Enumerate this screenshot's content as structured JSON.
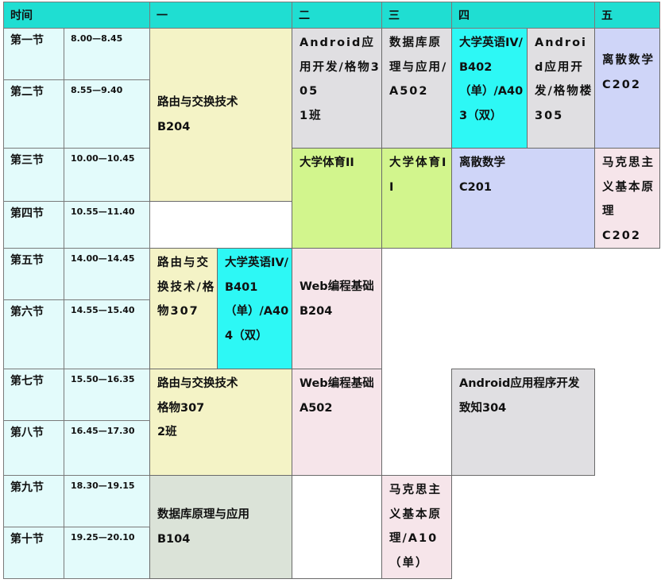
{
  "headers": {
    "time": "时间",
    "mon": "一",
    "tue": "二",
    "wed": "三",
    "thu": "四",
    "fri": "五"
  },
  "periods": [
    {
      "name": "第一节",
      "time": "8.00—8.45"
    },
    {
      "name": "第二节",
      "time": "8.55—9.40"
    },
    {
      "name": "第三节",
      "time": "10.00—10.45"
    },
    {
      "name": "第四节",
      "time": "10.55—11.40"
    },
    {
      "name": "第五节",
      "time": "14.00—14.45"
    },
    {
      "name": "第六节",
      "time": "14.55—15.40"
    },
    {
      "name": "第七节",
      "time": "15.50—16.35"
    },
    {
      "name": "第八节",
      "time": "16.45—17.30"
    },
    {
      "name": "第九节",
      "time": "18.30—19.15"
    },
    {
      "name": "第十节",
      "time": "19.25—20.10"
    }
  ],
  "courses": {
    "mon_routing_am": "路由与交换技术\nB204",
    "mon_routing_pm": "路由与交换技术/格物307",
    "mon_english_pm": "大学英语IV/B401（单）/A404（双）",
    "mon_routing_eve": "路由与交换技术\n格物307\n2班",
    "mon_database_night": "数据库原理与应用\nB104",
    "tue_android_am": "Android应用开发/格物305\n1班",
    "tue_pe": "大学体育II",
    "tue_web_pm": "Web编程基础\nB204",
    "tue_web_eve": "Web编程基础\nA502",
    "wed_database_am": "数据库原理与应用/A502",
    "wed_pe": "大学体育II",
    "wed_marx_night": "马克思主义基本原理/A10（单）",
    "thu_english_am": "大学英语IV/B402（单）/A403（双）",
    "thu_android_am": "Android应用开发/格物楼305",
    "thu_discrete_am": "离散数学\nC201",
    "thu_android_eve": "Android应用程序开发\n致知304",
    "fri_discrete_am": "离散数学C202",
    "fri_marx_am": "马克思主义基本原理\nC202"
  },
  "colors": {
    "header": "#1fded2",
    "period_cell": "#e3fbfb",
    "yellow": "#f4f3c6",
    "gray": "#e0dfe2",
    "cyan": "#2df8f5",
    "lavender": "#cfd5f8",
    "green": "#d2f58d",
    "pink": "#f6e5ea",
    "sage": "#dbe3d8"
  }
}
